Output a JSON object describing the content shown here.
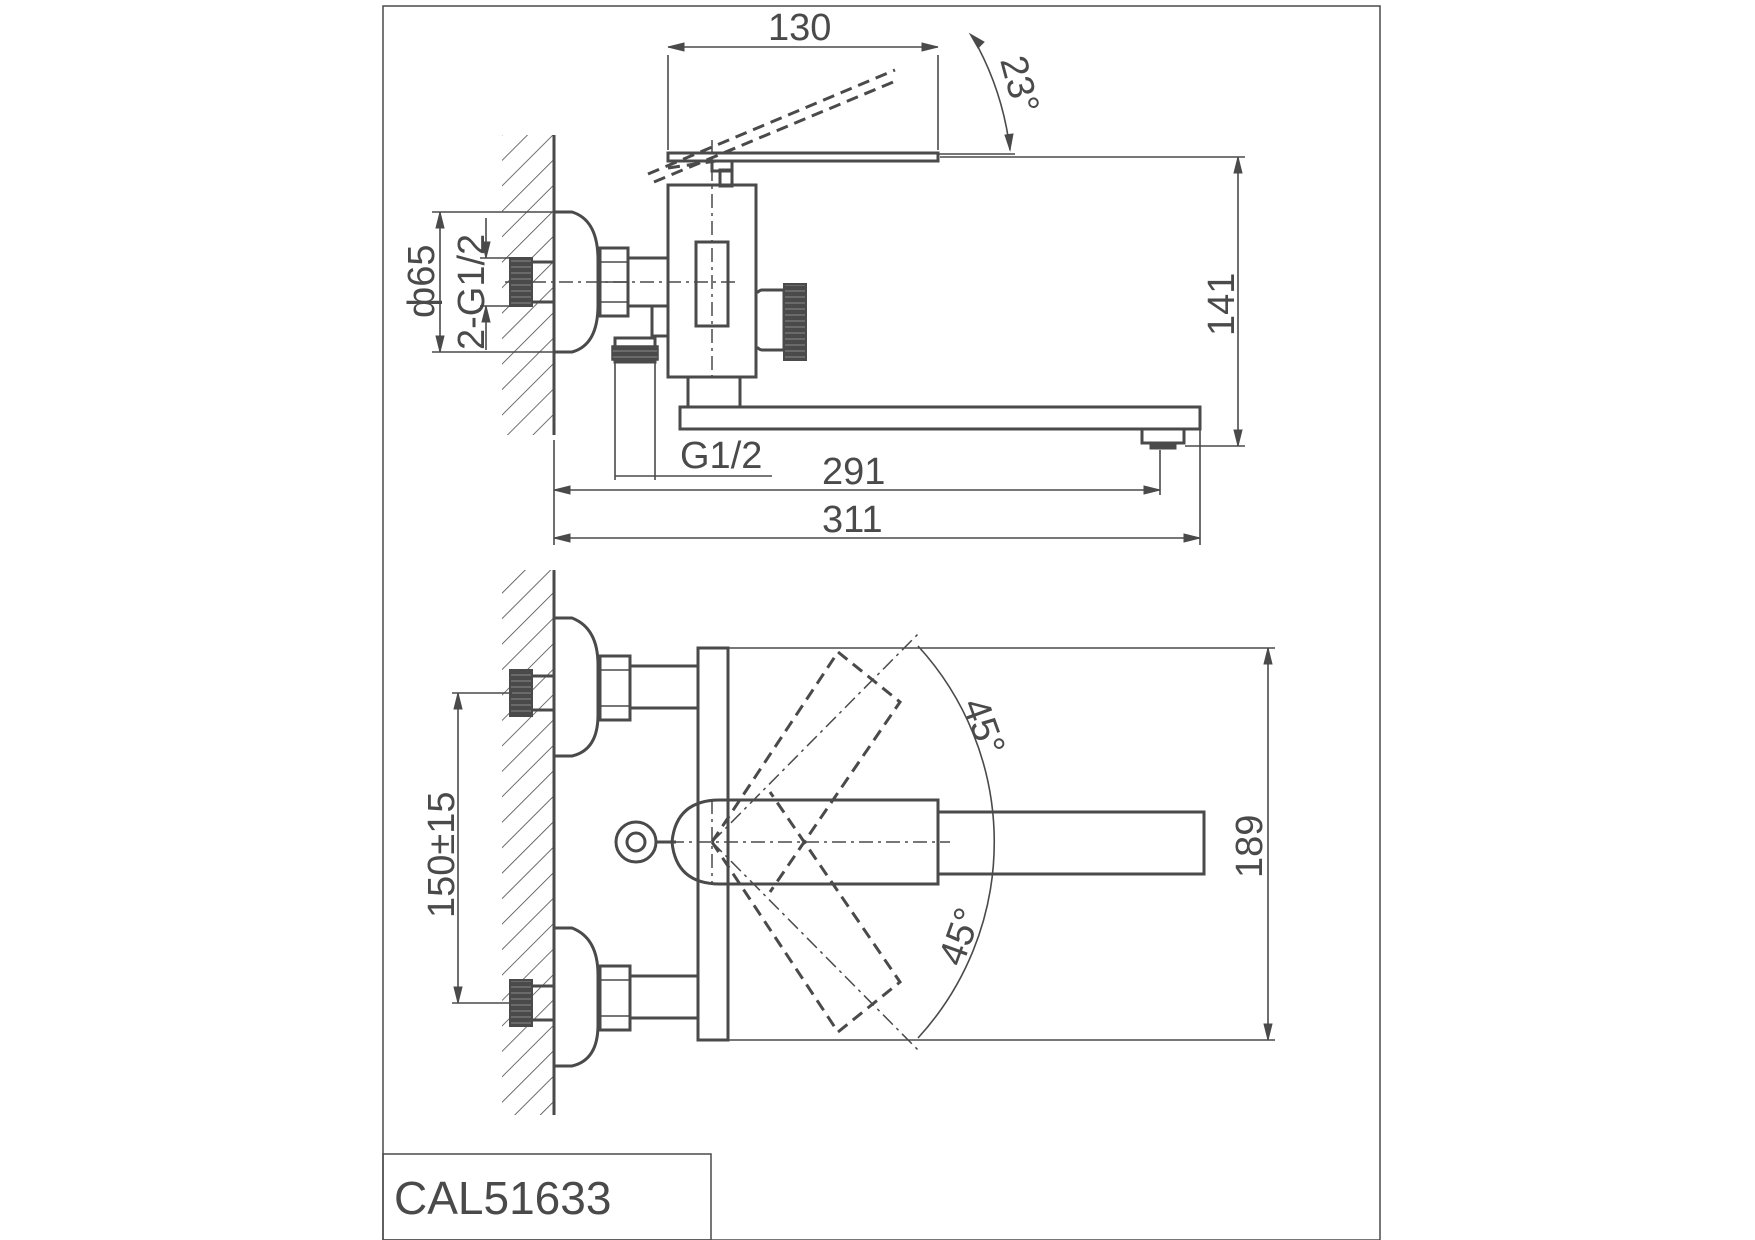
{
  "title_block": {
    "model": "CAL51633"
  },
  "side_view": {
    "dims": {
      "lever_length": "130",
      "lever_angle": "23°",
      "height": "141",
      "eccentric_diameter": "ф65",
      "connection_thread": "2-G1/2",
      "outlet_thread": "G1/2",
      "spout_reach": "291",
      "total_length": "311"
    }
  },
  "top_view": {
    "dims": {
      "center_distance": "150±15",
      "width": "189",
      "rotation_angle_upper": "45°",
      "rotation_angle_lower": "45°"
    }
  },
  "colors": {
    "line": "#4a4a4a",
    "background": "#ffffff"
  }
}
